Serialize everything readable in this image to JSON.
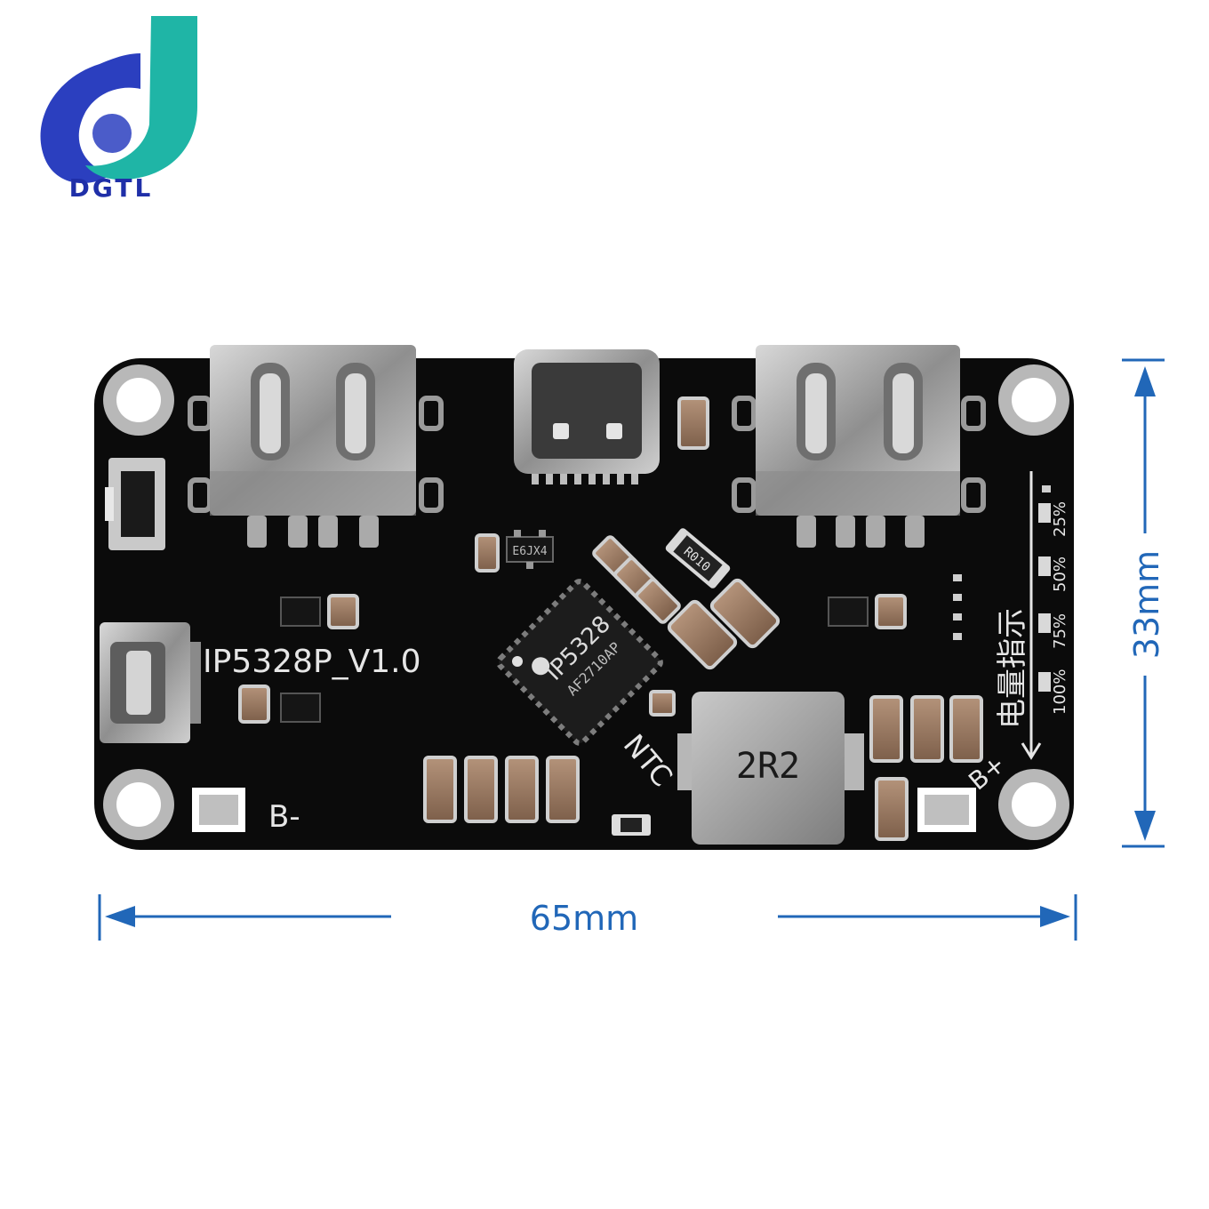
{
  "logo": {
    "text": "DGTL",
    "colors": {
      "blue": "#2b3fbf",
      "teal": "#1fb5a6",
      "text": "#1f2fa8"
    }
  },
  "dimensions": {
    "width_label": "65mm",
    "height_label": "33mm",
    "color": "#2167b8"
  },
  "board": {
    "model_label": "IP5328P_V1.0",
    "chip_label": "IP5328",
    "chip_code": "AF2710AP",
    "inductor_label": "2R2",
    "ntc_label": "NTC",
    "b_minus_label": "B-",
    "b_plus_label": "B+",
    "resistor_label": "R010",
    "regulator_code": "E6JX4",
    "indicator_title": "电量指示",
    "indicator_levels": [
      "100%",
      "75%",
      "50%",
      "25%"
    ],
    "colors": {
      "pcb": "#0b0b0b",
      "metal": "#9a9a9a",
      "silk": "#e6e6e6",
      "capacitor": "#9c7a62"
    }
  }
}
